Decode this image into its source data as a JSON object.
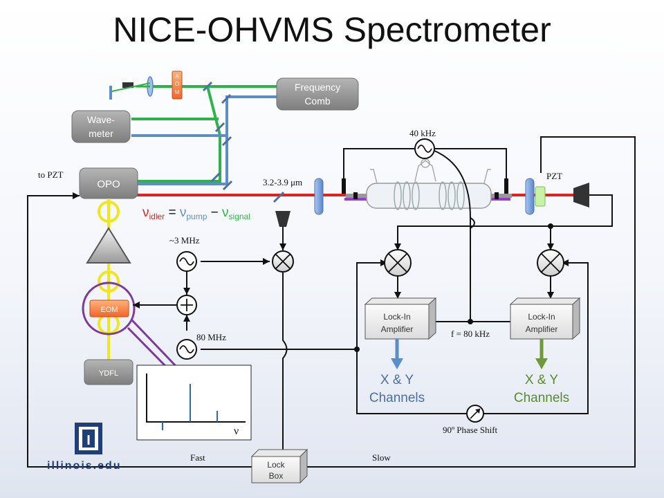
{
  "title": "NICE-OHVMS Spectrometer",
  "components": {
    "aom_letters": [
      "A",
      "O",
      "M"
    ],
    "frequency_comb": [
      "Frequency",
      "Comb"
    ],
    "wavemeter": [
      "Wave-",
      "meter"
    ],
    "opo": "OPO",
    "eom": "EOM",
    "ydfl": "YDFL",
    "lockin_left": [
      "Lock-In",
      "Amplifier"
    ],
    "lockin_right": [
      "Lock-In",
      "Amplifier"
    ],
    "lockbox": [
      "Lock",
      "Box"
    ]
  },
  "labels": {
    "to_pzt": "to PZT",
    "wavelength": "3.2-3.9 μm",
    "freq_40khz": "40 kHz",
    "pzt": "PZT",
    "freq_3mhz": "~3 MHz",
    "freq_80mhz": "80 MHz",
    "f_80khz": "f = 80 kHz",
    "xy_left": [
      "X & Y",
      "Channels"
    ],
    "xy_right": [
      "X & Y",
      "Channels"
    ],
    "phase_shift": "90º Phase Shift",
    "fast": "Fast",
    "slow": "Slow",
    "nu_axis": "ν",
    "logo_text": "illinois.edu",
    "logo_letter": "I"
  },
  "equation": {
    "nu_idler": "ν",
    "idler_sub": "idler",
    "equals": " = ",
    "nu_pump": "ν",
    "pump_sub": "pump",
    "minus": " − ",
    "nu_signal": "ν",
    "signal_sub": "signal"
  },
  "colors": {
    "green_beam": "#2db34a",
    "blue_beam": "#5b8ec9",
    "red_beam": "#e0221f",
    "fiber": "#f0e61e",
    "wire": "#111111",
    "purple": "#7d3a9e"
  }
}
